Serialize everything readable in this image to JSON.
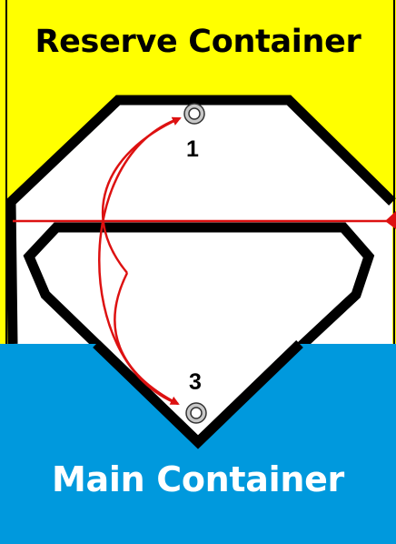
{
  "reserve_container": {
    "label": "Reserve Container",
    "color": "#ffff00",
    "label_color": "#000000"
  },
  "main_container": {
    "label": "Main Container",
    "color": "#0099dd",
    "label_color": "#ffffff"
  },
  "grommets": [
    {
      "id": "grommet-1",
      "label": "1"
    },
    {
      "id": "grommet-3",
      "label": "3"
    }
  ],
  "arrow_color": "#dd1111"
}
